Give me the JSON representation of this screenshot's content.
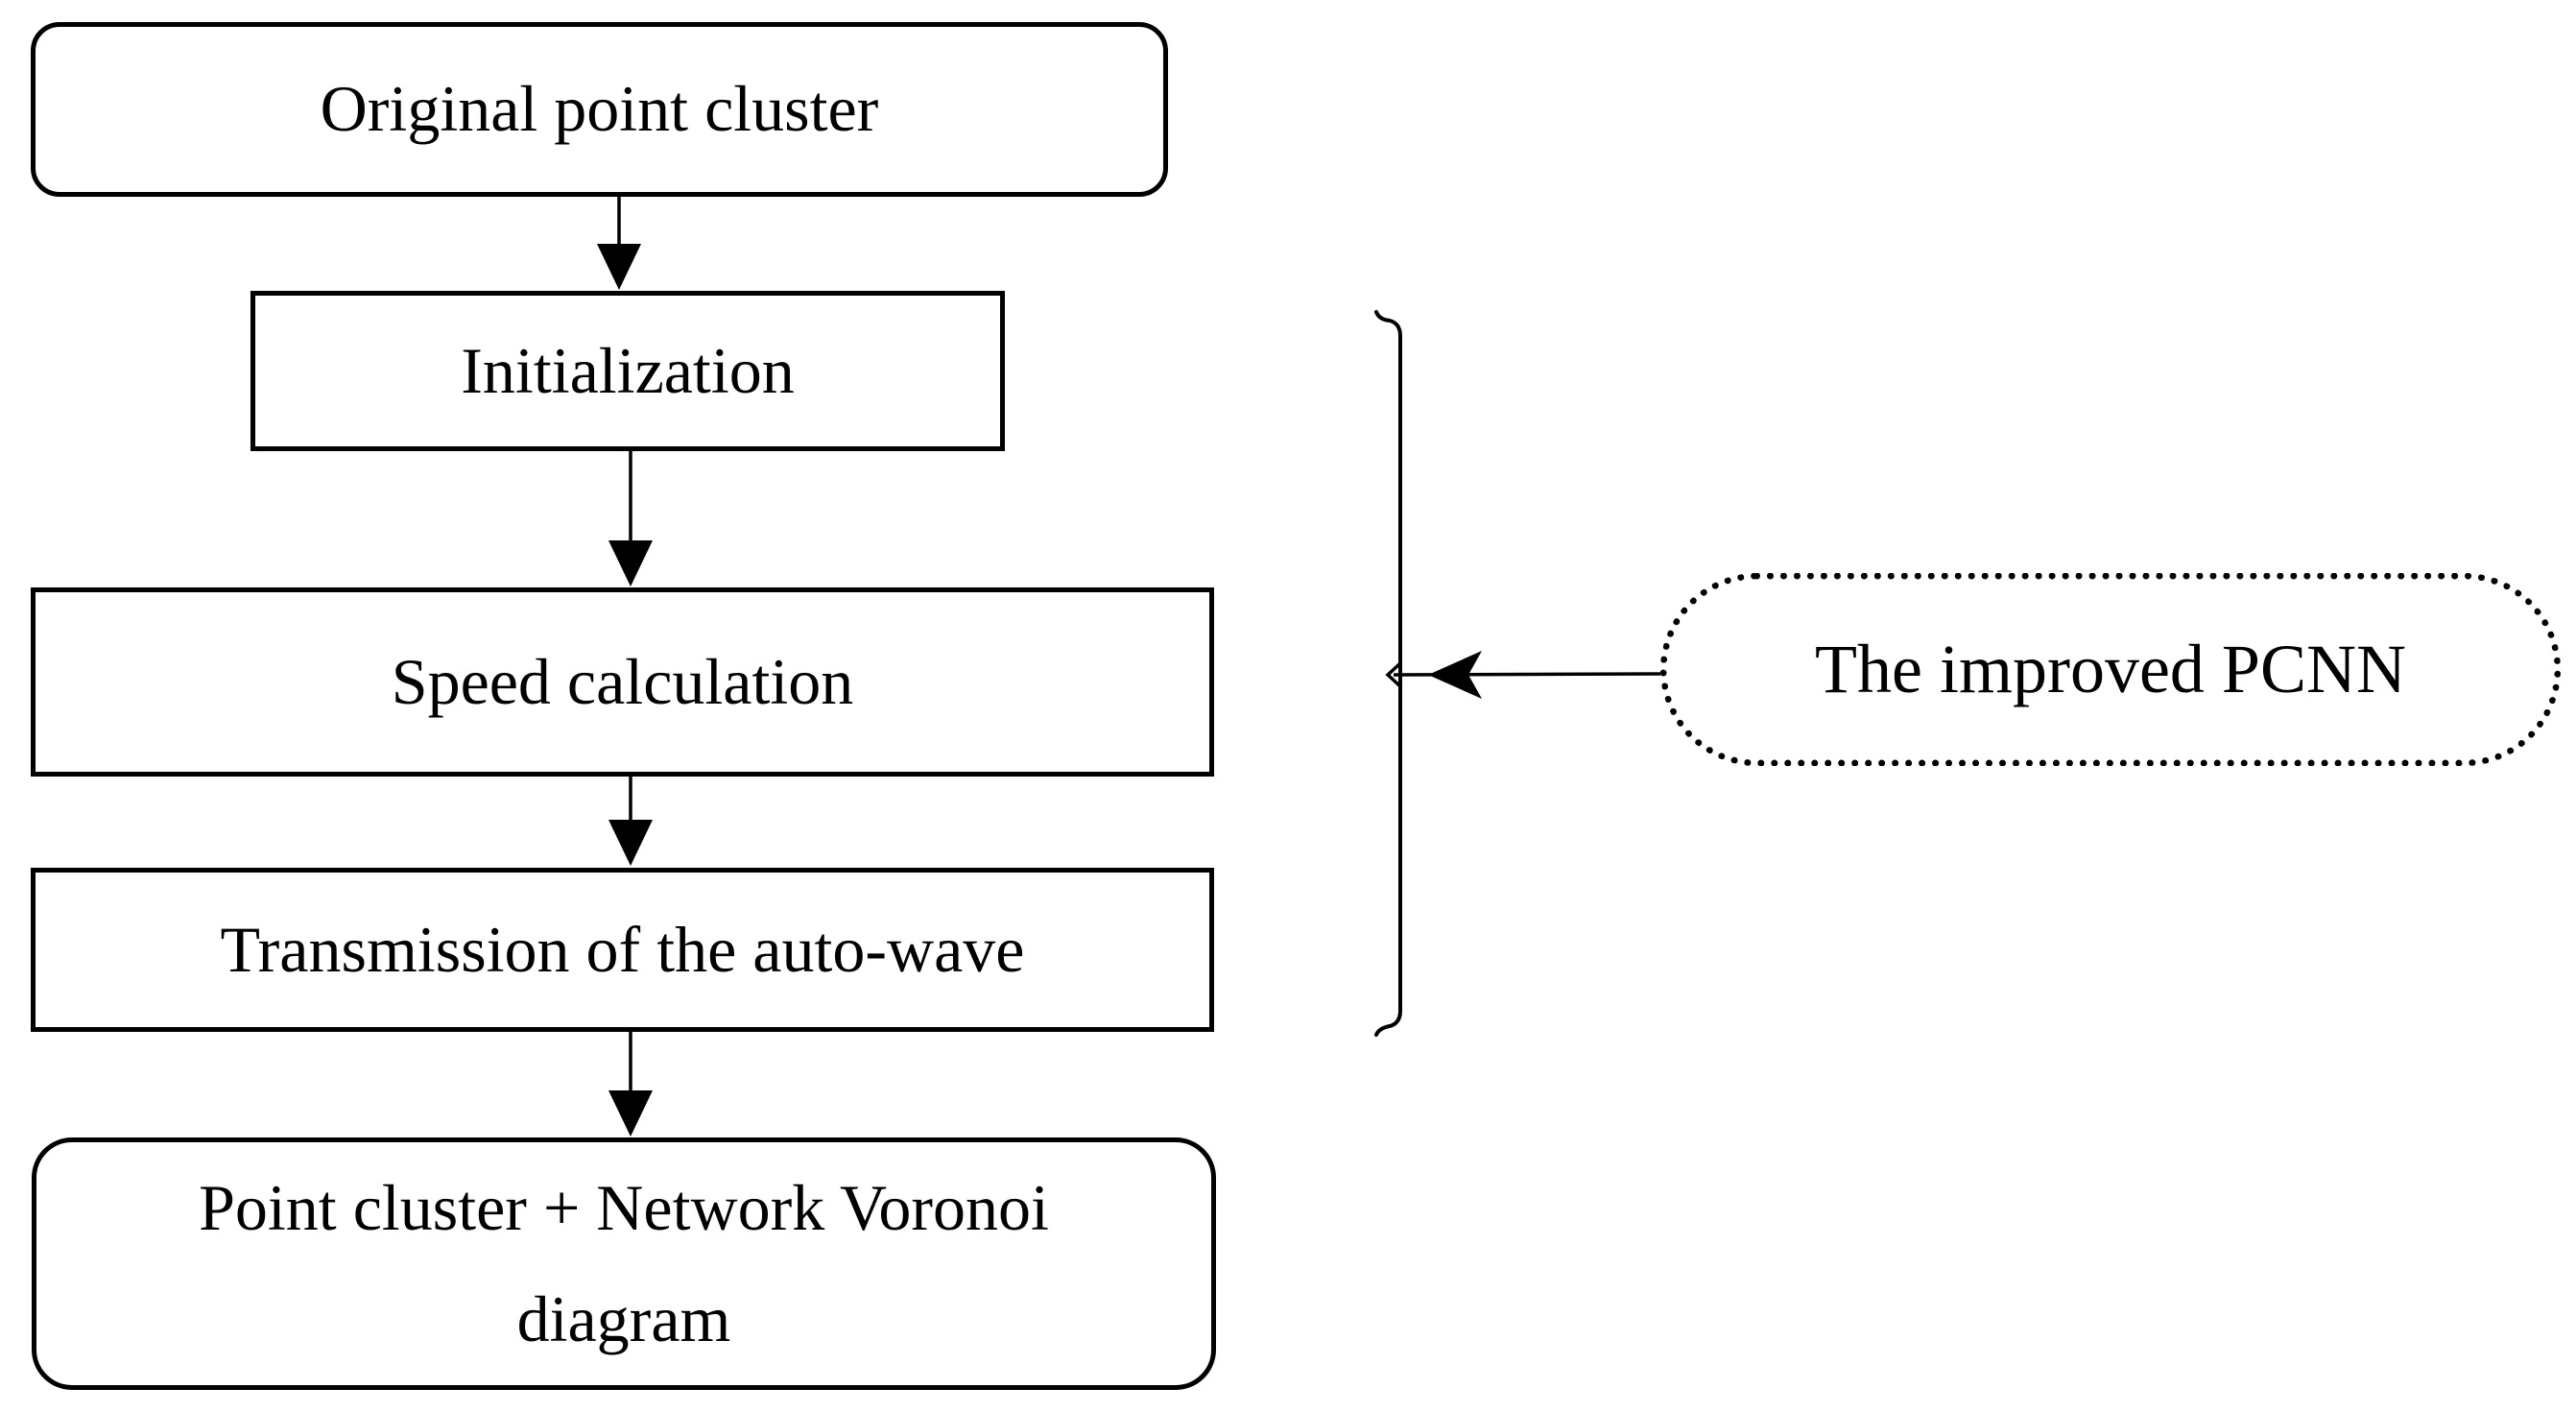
{
  "figure": {
    "type": "flowchart",
    "background_color": "#ffffff",
    "ink_color": "#000000"
  },
  "nodes": {
    "original": {
      "label": "Original point cluster",
      "shape": "rounded-rectangle"
    },
    "initialization": {
      "label": "Initialization",
      "shape": "rectangle"
    },
    "speed": {
      "label": "Speed calculation",
      "shape": "rectangle"
    },
    "transmission": {
      "label": "Transmission of the auto-wave",
      "shape": "rectangle"
    },
    "result": {
      "label": "Point cluster + Network Voronoi diagram",
      "shape": "rounded-rectangle"
    },
    "pcnn": {
      "label": "The improved PCNN",
      "shape": "dotted-stadium"
    }
  },
  "edges": [
    {
      "from": "original",
      "to": "initialization",
      "style": "solid-arrow-down"
    },
    {
      "from": "initialization",
      "to": "speed",
      "style": "solid-arrow-down"
    },
    {
      "from": "speed",
      "to": "transmission",
      "style": "solid-arrow-down"
    },
    {
      "from": "transmission",
      "to": "result",
      "style": "solid-arrow-down"
    },
    {
      "from": "pcnn",
      "to": "bracket-group",
      "style": "barbed-arrow-left"
    }
  ],
  "bracket": {
    "groups": [
      "initialization",
      "speed",
      "transmission"
    ]
  }
}
